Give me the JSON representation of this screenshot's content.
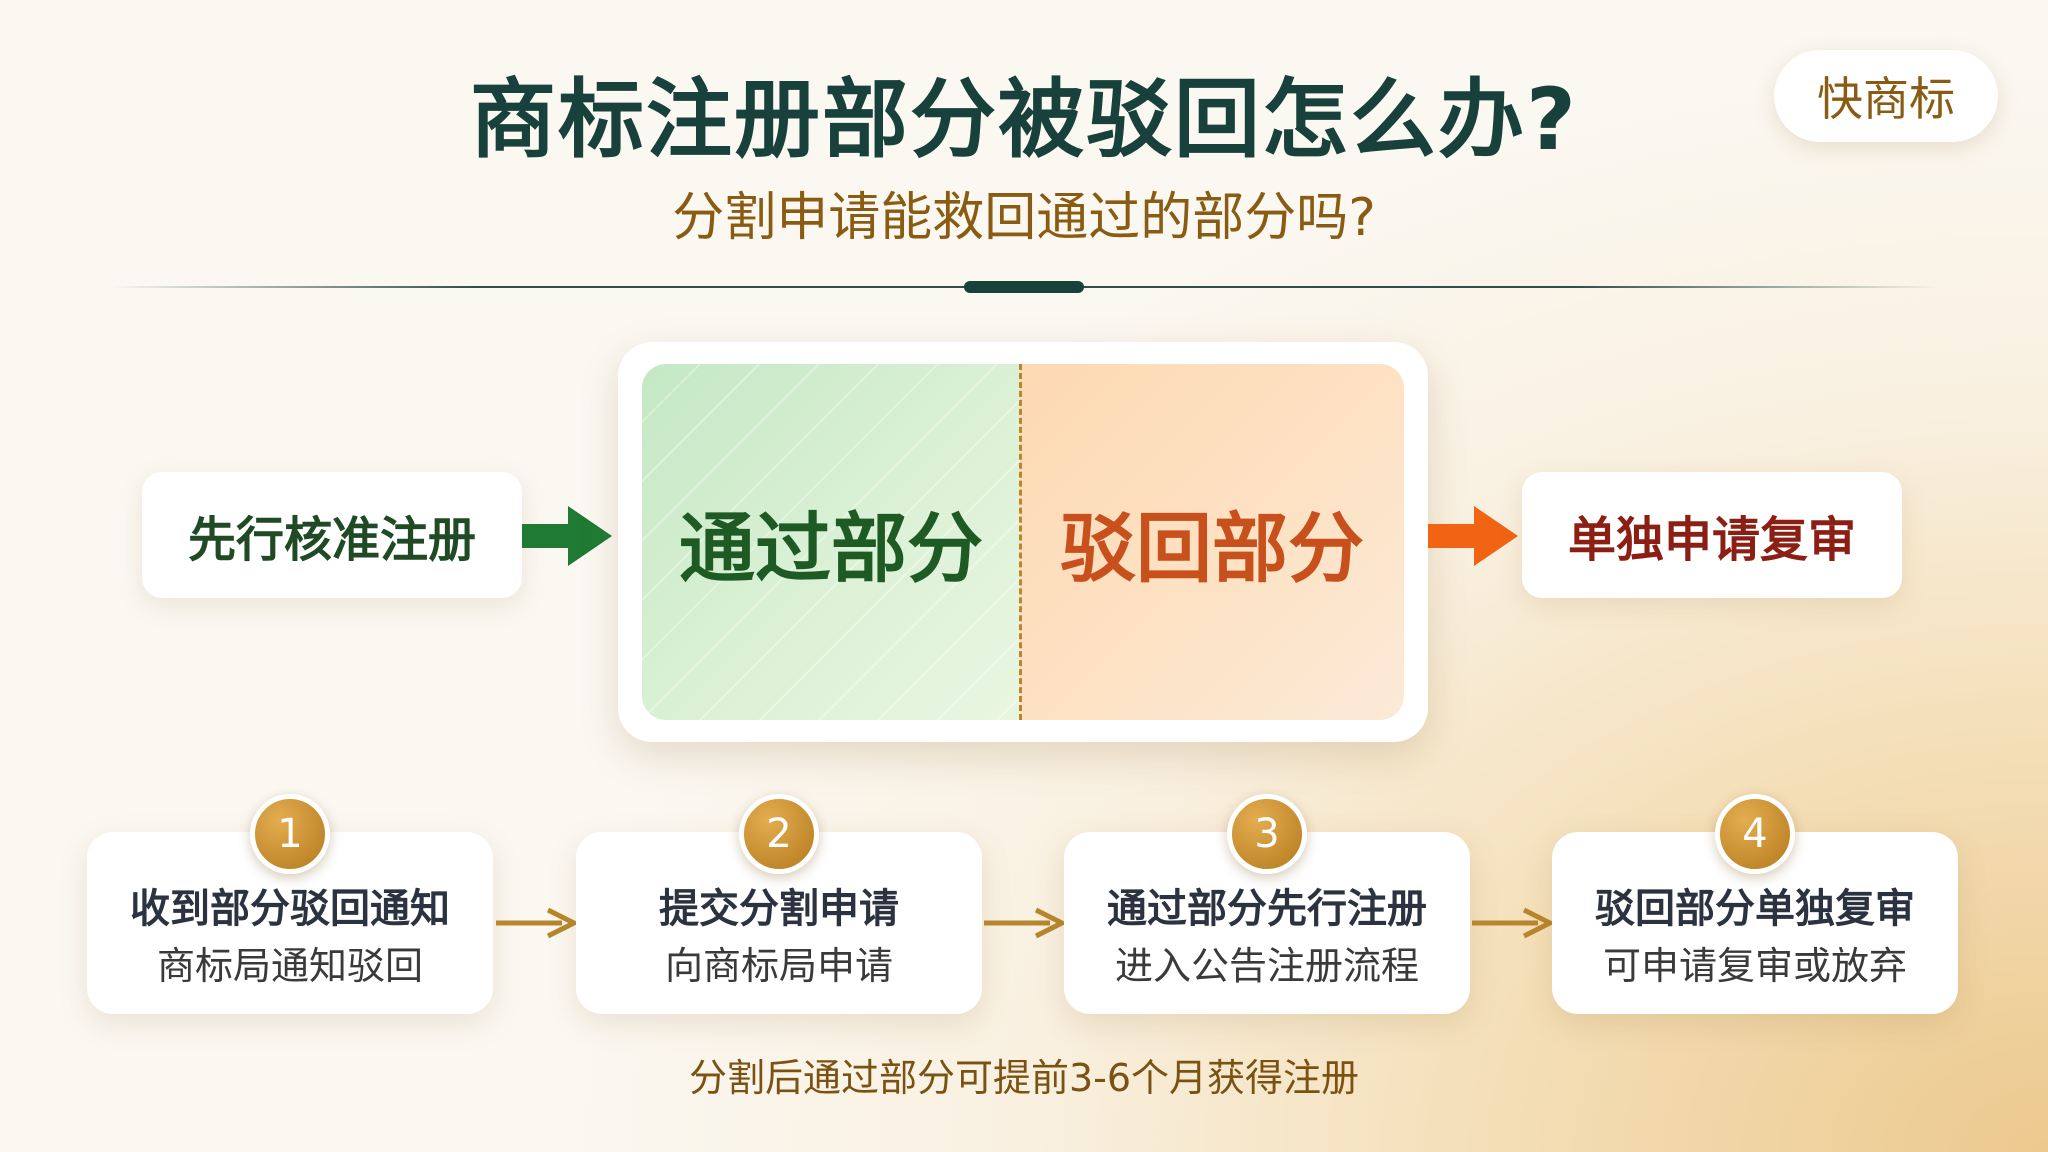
{
  "header": {
    "title": "商标注册部分被驳回怎么办?",
    "subtitle": "分割申请能救回通过的部分吗?",
    "brand": "快商标"
  },
  "flow": {
    "left_label": "先行核准注册",
    "pass_label": "通过部分",
    "reject_label": "驳回部分",
    "right_label": "单独申请复审"
  },
  "steps": [
    {
      "number": "1",
      "title": "收到部分驳回通知",
      "desc": "商标局通知驳回"
    },
    {
      "number": "2",
      "title": "提交分割申请",
      "desc": "向商标局申请"
    },
    {
      "number": "3",
      "title": "通过部分先行注册",
      "desc": "进入公告注册流程"
    },
    {
      "number": "4",
      "title": "驳回部分单独复审",
      "desc": "可申请复审或放弃"
    }
  ],
  "footnote": "分割后通过部分可提前3-6个月获得注册",
  "colors": {
    "title": "#17413a",
    "subtitle": "#8a5b12",
    "pass_green": "#1e5a24",
    "reject_orange": "#c8501c",
    "review_red": "#8c1f14",
    "step_gold": "#b47a1c",
    "arrow_green": "#1f7a34",
    "arrow_orange": "#f06414"
  },
  "icons": {
    "left_arrow": "arrow-right-icon",
    "right_arrow": "arrow-right-icon",
    "step_connector": "arrow-right-icon"
  }
}
